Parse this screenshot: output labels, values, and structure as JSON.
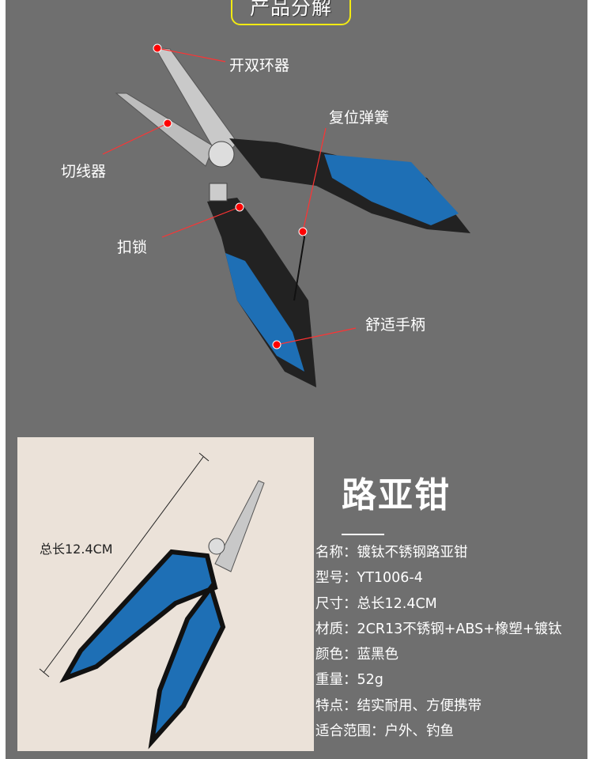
{
  "header": {
    "title": "产品分解"
  },
  "callouts": [
    "开双环器",
    "复位弹簧",
    "切线器",
    "扣锁",
    "舒适手柄"
  ],
  "photo": {
    "length_label": "总长12.4CM"
  },
  "product": {
    "name": "路亚钳",
    "specs": [
      {
        "label": "名称：",
        "value": "镀钛不锈钢路亚钳"
      },
      {
        "label": "型号：",
        "value": "YT1006-4"
      },
      {
        "label": "尺寸：",
        "value": "总长12.4CM"
      },
      {
        "label": "材质：",
        "value": "2CR13不锈钢+ABS+橡塑+镀钛"
      },
      {
        "label": "颜色：",
        "value": "蓝黑色"
      },
      {
        "label": "重量：",
        "value": "52g"
      },
      {
        "label": "特点：",
        "value": "结实耐用、方便携带"
      },
      {
        "label": "适合范围：",
        "value": "户外、钓鱼"
      }
    ]
  },
  "colors": {
    "background": "#6f6f6f",
    "title_border": "#f2ea12",
    "photo_bg": "#ebe2d9",
    "handle_blue": "#1e6fb5",
    "marker": "#ff0000"
  }
}
